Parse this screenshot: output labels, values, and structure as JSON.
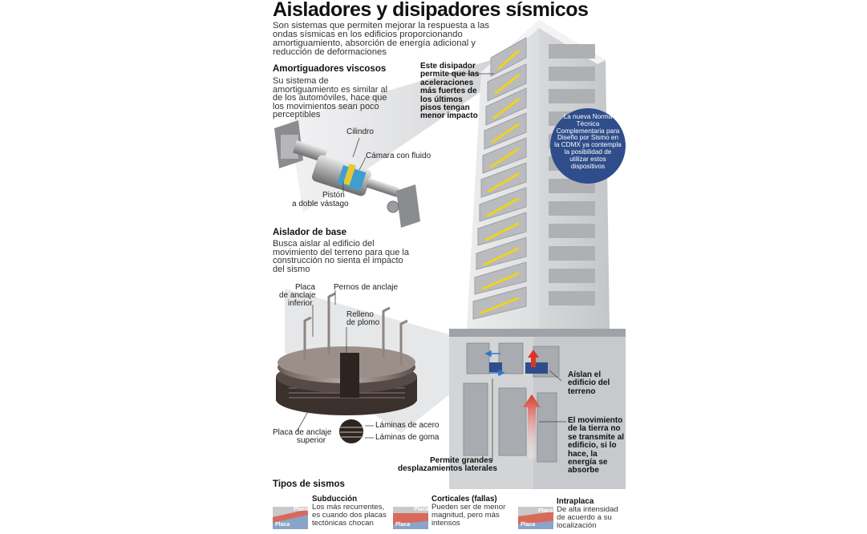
{
  "title": "Aisladores y disipadores sísmicos",
  "intro": "Son sistemas que permiten mejorar la respuesta a las ondas sísmicas en los edificios proporcionando amortiguamiento, absorción de energía adicional y reducción de deformaciones",
  "viscous": {
    "heading": "Amortiguadores viscosos",
    "text": "Su sistema de amortiguamiento es similar al de los automóviles, hace que los movimientos sean poco perceptibles",
    "labels": {
      "cylinder": "Cilindro",
      "chamber": "Cámara con fluido",
      "piston_1": "Pistón",
      "piston_2": "a doble vástago"
    }
  },
  "dissipator_note": "Este disipador permite que las aceleraciones más fuertes de los últimos pisos tengan menor impacto",
  "norm_note": "La nueva Norma Técnica Complementaria para Diseño por Sismo en la CDMX ya contempla la posibilidad de utilizar estos dispositivos",
  "base": {
    "heading": "Aislador de base",
    "text": "Busca aislar al edificio del movimiento del terreno para que la construcción no sienta el impacto del sismo",
    "labels": {
      "plate_lower_1": "Placa",
      "plate_lower_2": "de anclaje",
      "plate_lower_3": "inferior",
      "bolts": "Pernos de anclaje",
      "lead_1": "Relleno",
      "lead_2": "de plomo",
      "plate_upper_1": "Placa de anclaje",
      "plate_upper_2": "superior",
      "steel": "Láminas de acero",
      "rubber": "Láminas de goma"
    }
  },
  "isolate_note": "Aíslan el edificio del terreno",
  "ground_note": "El movimiento de la tierra no se transmite al edificio, si lo hace, la energía se absorbe",
  "lateral_note_1": "Permite grandes",
  "lateral_note_2": "desplazamientos laterales",
  "types": {
    "heading": "Tipos de sismos",
    "items": [
      {
        "name": "Subducción",
        "text": "Los más recurrentes, es cuando dos placas tectónicas chocan",
        "tag_top": "Placa",
        "tag_bottom": "Placa"
      },
      {
        "name": "Corticales (fallas)",
        "text": "Pueden ser de menor magnitud, pero más intensos",
        "tag_top": "Placa",
        "tag_bottom": "Placa"
      },
      {
        "name": "Intraplaca",
        "text": "De alta intensidad de acuerdo a su localización",
        "tag_top": "Placa",
        "tag_bottom": "Placa"
      }
    ]
  },
  "colors": {
    "accent_blue": "#2e4d8a",
    "arrow_red": "#d9362a",
    "damper_yellow": "#f0d21e"
  }
}
